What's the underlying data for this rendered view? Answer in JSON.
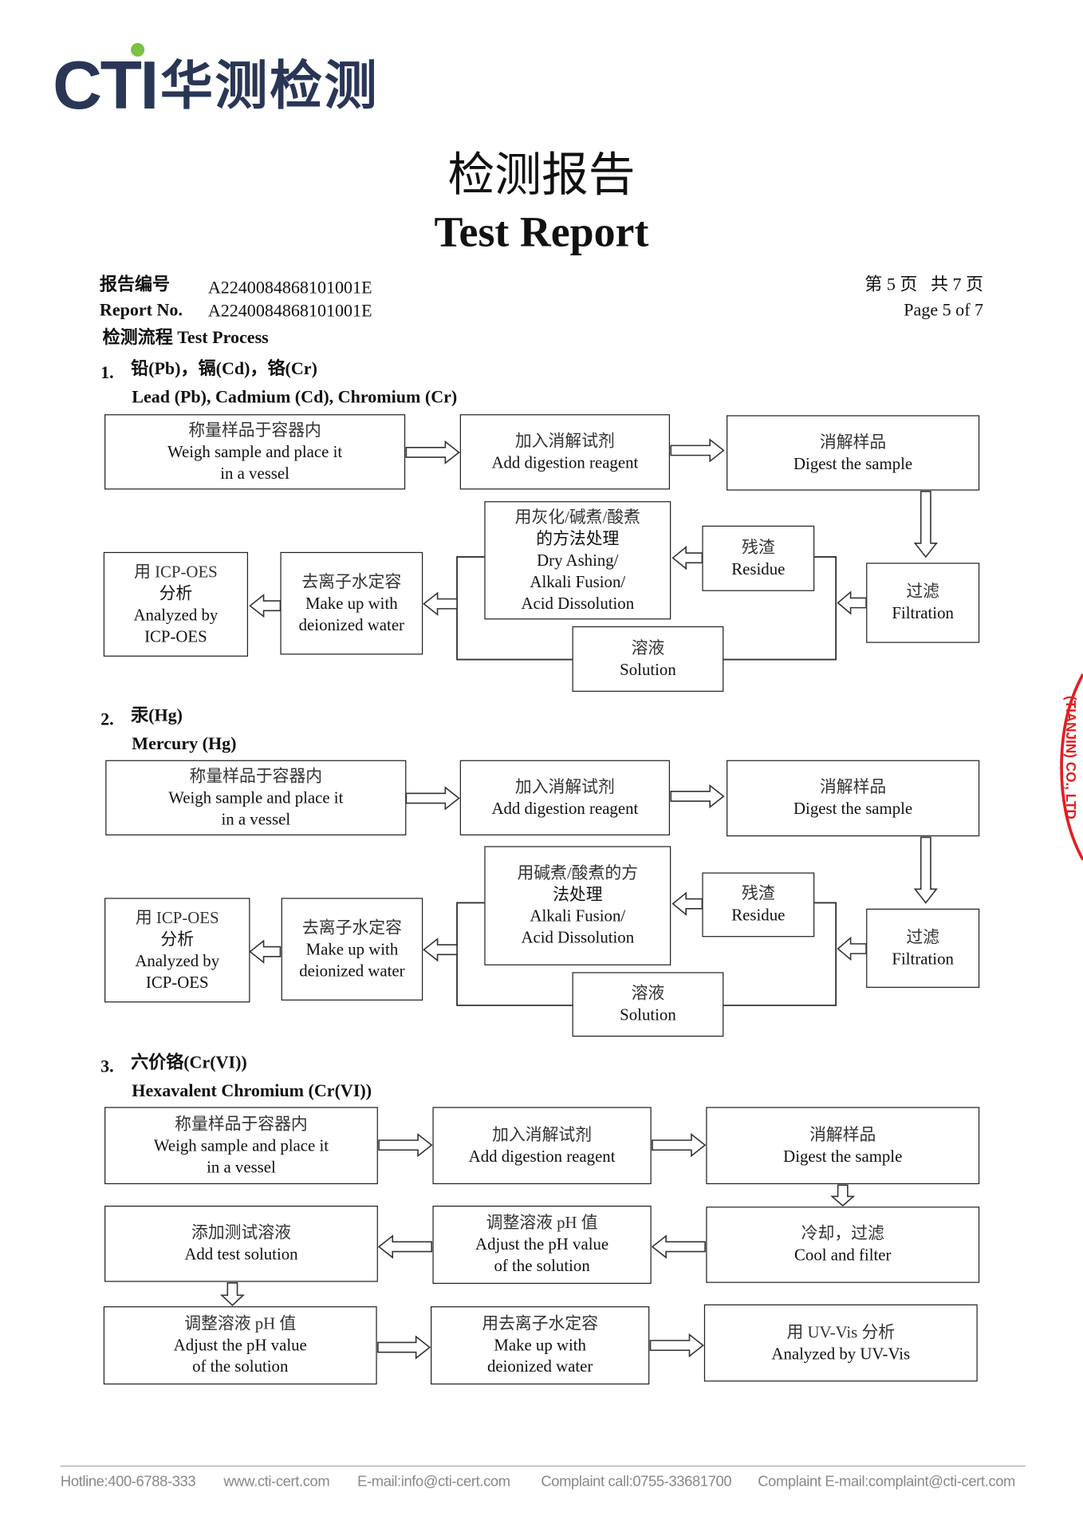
{
  "logo": {
    "brand": "CTI",
    "chinese": "华测检测",
    "brand_color": "#2a3656",
    "dot_color": "#7cc242"
  },
  "title": {
    "chinese": "检测报告",
    "english": "Test Report"
  },
  "report": {
    "no_label_cn": "报告编号",
    "no_label_en": "Report No.",
    "number_cn": "A2240084868101001E",
    "number_en": "A2240084868101001E",
    "page_cn": "第 5 页   共 7 页",
    "page_en": "Page 5 of 7"
  },
  "process_heading": "检测流程 Test Process",
  "sections": [
    {
      "num": "1.",
      "title_cn": "铅(Pb)，镉(Cd)，铬(Cr)",
      "title_en": "Lead (Pb), Cadmium (Cd), Chromium (Cr)",
      "boxes": [
        [
          "称量样品于容器内",
          "Weigh sample and place it",
          "in a vessel"
        ],
        [
          "加入消解试剂",
          "Add digestion reagent"
        ],
        [
          "消解样品",
          "Digest the sample"
        ],
        [
          "过滤",
          "Filtration"
        ],
        [
          "残渣",
          "Residue"
        ],
        [
          "用灰化/碱煮/酸煮",
          "的方法处理",
          "Dry Ashing/",
          "Alkali Fusion/",
          "Acid Dissolution"
        ],
        [
          "溶液",
          "Solution"
        ],
        [
          "去离子水定容",
          "Make up with",
          "deionized water"
        ],
        [
          "用 ICP-OES",
          "分析",
          "Analyzed by",
          "ICP-OES"
        ]
      ]
    },
    {
      "num": "2.",
      "title_cn": "汞(Hg)",
      "title_en": "Mercury (Hg)",
      "boxes": [
        [
          "称量样品于容器内",
          "Weigh sample and place it",
          "in a vessel"
        ],
        [
          "加入消解试剂",
          "Add digestion reagent"
        ],
        [
          "消解样品",
          "Digest the sample"
        ],
        [
          "过滤",
          "Filtration"
        ],
        [
          "残渣",
          "Residue"
        ],
        [
          "用碱煮/酸煮的方",
          "法处理",
          "Alkali Fusion/",
          "Acid Dissolution"
        ],
        [
          "溶液",
          "Solution"
        ],
        [
          "去离子水定容",
          "Make up with",
          "deionized water"
        ],
        [
          "用 ICP-OES",
          "分析",
          "Analyzed by",
          "ICP-OES"
        ]
      ]
    },
    {
      "num": "3.",
      "title_cn": "六价铬(Cr(VI))",
      "title_en": "Hexavalent Chromium (Cr(VI))",
      "boxes": [
        [
          "称量样品于容器内",
          "Weigh sample and place it",
          "in a vessel"
        ],
        [
          "加入消解试剂",
          "Add digestion reagent"
        ],
        [
          "消解样品",
          "Digest the sample"
        ],
        [
          "冷却，过滤",
          "Cool and filter"
        ],
        [
          "调整溶液 pH 值",
          "Adjust the pH value",
          "of the solution"
        ],
        [
          "添加测试溶液",
          "Add test solution"
        ],
        [
          "调整溶液 pH 值",
          "Adjust the pH value",
          "of the solution"
        ],
        [
          "用去离子水定容",
          "Make up with",
          "deionized water"
        ],
        [
          "用 UV-Vis 分析",
          "Analyzed by UV-Vis"
        ]
      ]
    }
  ],
  "stamp": {
    "text": "(TIANJIN) CO., LTD",
    "color": "#e02020"
  },
  "footer": {
    "hotline": "Hotline:400-6788-333",
    "website": "www.cti-cert.com",
    "email": "E-mail:info@cti-cert.com",
    "complaint_call": "Complaint call:0755-33681700",
    "complaint_email": "Complaint E-mail:complaint@cti-cert.com"
  }
}
